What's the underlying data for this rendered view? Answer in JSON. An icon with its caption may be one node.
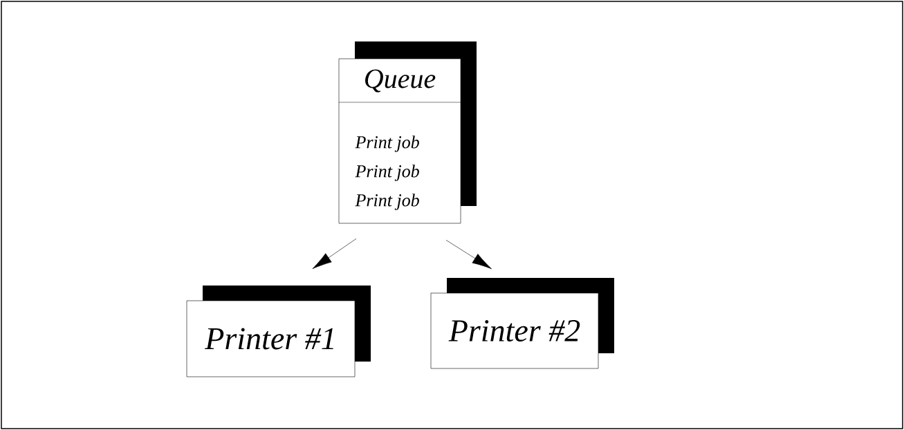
{
  "diagram": {
    "nodes": [
      {
        "text": [
          "Queue",
          "Print job",
          "Print job",
          "Print job"
        ]
      },
      {
        "text": [
          "Printer #1"
        ]
      },
      {
        "text": [
          "Printer #2"
        ]
      }
    ],
    "edges": [
      {
        "from": 0,
        "to": 1,
        "arrow": "to"
      },
      {
        "from": 0,
        "to": 2,
        "arrow": "to"
      }
    ]
  }
}
